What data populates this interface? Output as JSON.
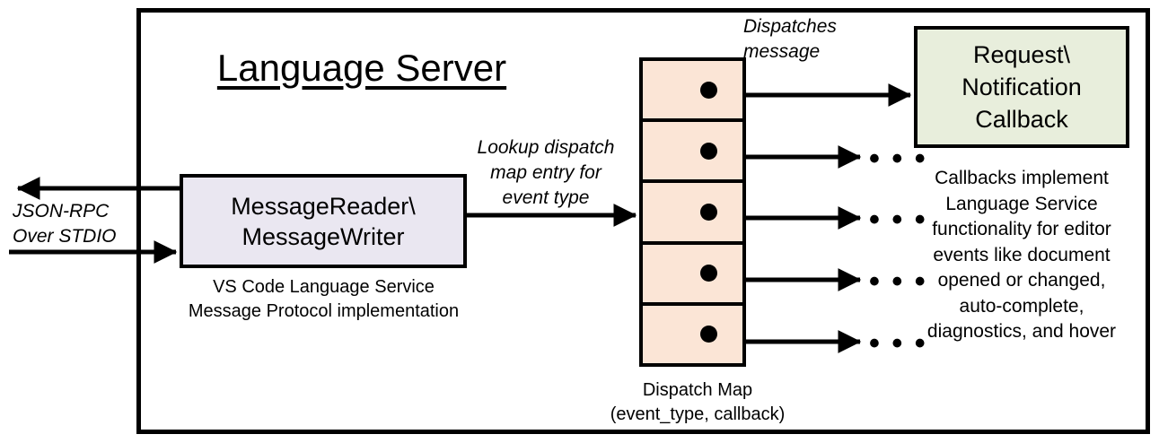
{
  "diagram": {
    "title": "Language Server",
    "frame_name": "language-server-boundary"
  },
  "external_io": {
    "label_line1": "JSON-RPC",
    "label_line2": "Over STDIO",
    "outbound_arrow": "arrow pointing left out of the language server",
    "inbound_arrow": "arrow pointing right into the language server"
  },
  "reader_writer": {
    "title_line1": "MessageReader\\",
    "title_line2": "MessageWriter",
    "caption_line1": "VS Code Language Service",
    "caption_line2": "Message Protocol implementation",
    "fill": "#eae7f1"
  },
  "lookup_edge": {
    "line1": "Lookup dispatch",
    "line2": "map entry for",
    "line3": "event type"
  },
  "dispatch_map": {
    "caption_line1": "Dispatch Map",
    "caption_line2": "(event_type, callback)",
    "fill": "#fbe5d6",
    "row_count": 5,
    "rows": [
      {
        "name": "dispatch-map-row-1"
      },
      {
        "name": "dispatch-map-row-2"
      },
      {
        "name": "dispatch-map-row-3"
      },
      {
        "name": "dispatch-map-row-4"
      },
      {
        "name": "dispatch-map-row-5"
      }
    ]
  },
  "dispatch_edge": {
    "line1": "Dispatches",
    "line2": "message"
  },
  "callback": {
    "title_line1": "Request\\",
    "title_line2": "Notification",
    "title_line3": "Callback",
    "fill": "#e8eedc",
    "description": [
      "Callbacks implement",
      "Language Service",
      "functionality for editor",
      "events like document",
      "opened or changed,",
      "auto-complete,",
      "diagnostics, and hover"
    ]
  },
  "ellipses": {
    "glyph": "• • •",
    "count": 4
  },
  "colors": {
    "stroke": "#000000",
    "background": "#ffffff",
    "reader_fill": "#eae7f1",
    "map_fill": "#fbe5d6",
    "callback_fill": "#e8eedc"
  }
}
